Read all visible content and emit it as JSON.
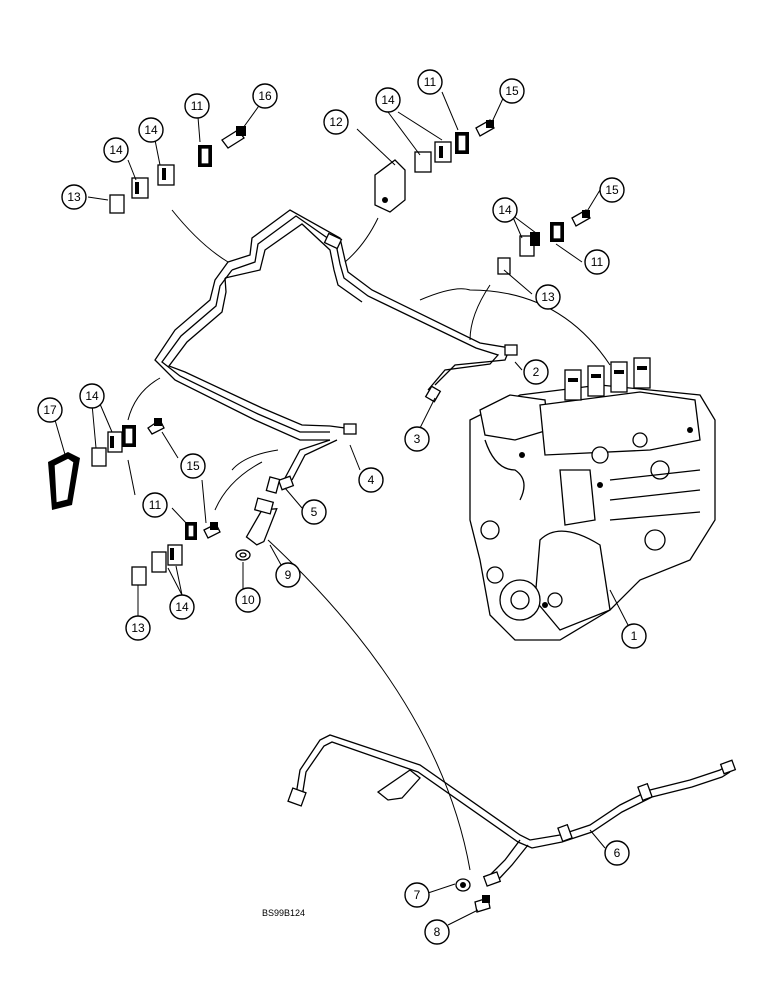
{
  "diagram": {
    "figure_code": "BS99B124",
    "callouts": [
      {
        "id": "c1",
        "label": "1"
      },
      {
        "id": "c2",
        "label": "2"
      },
      {
        "id": "c3",
        "label": "3"
      },
      {
        "id": "c4",
        "label": "4"
      },
      {
        "id": "c5",
        "label": "5"
      },
      {
        "id": "c6",
        "label": "6"
      },
      {
        "id": "c7",
        "label": "7"
      },
      {
        "id": "c8",
        "label": "8"
      },
      {
        "id": "c9",
        "label": "9"
      },
      {
        "id": "c10",
        "label": "10"
      },
      {
        "id": "c11a",
        "label": "11"
      },
      {
        "id": "c11b",
        "label": "11"
      },
      {
        "id": "c11c",
        "label": "11"
      },
      {
        "id": "c11d",
        "label": "11"
      },
      {
        "id": "c12",
        "label": "12"
      },
      {
        "id": "c13a",
        "label": "13"
      },
      {
        "id": "c13b",
        "label": "13"
      },
      {
        "id": "c13c",
        "label": "13"
      },
      {
        "id": "c14a",
        "label": "14"
      },
      {
        "id": "c14b",
        "label": "14"
      },
      {
        "id": "c14c",
        "label": "14"
      },
      {
        "id": "c14d",
        "label": "14"
      },
      {
        "id": "c14e",
        "label": "14"
      },
      {
        "id": "c14f",
        "label": "14"
      },
      {
        "id": "c15a",
        "label": "15"
      },
      {
        "id": "c15b",
        "label": "15"
      },
      {
        "id": "c15c",
        "label": "15"
      },
      {
        "id": "c16",
        "label": "16"
      },
      {
        "id": "c17",
        "label": "17"
      }
    ]
  }
}
